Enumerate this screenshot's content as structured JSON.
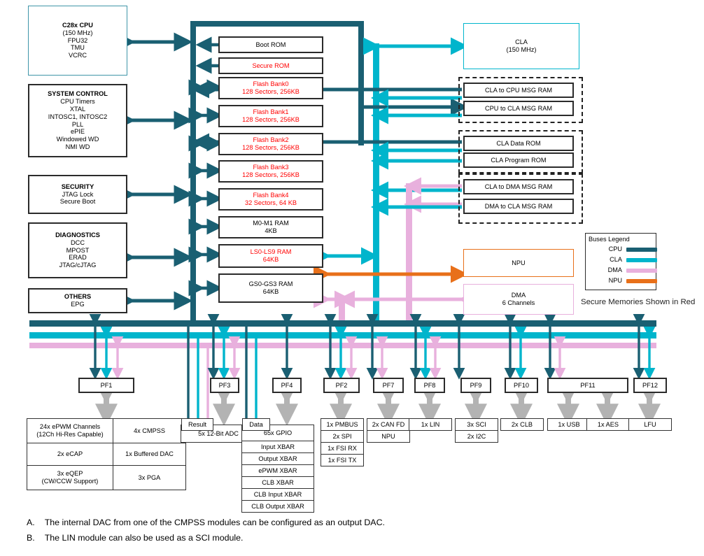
{
  "colors": {
    "cpu": "#1a5f72",
    "cla": "#00b5cc",
    "dma": "#e8b0dd",
    "npu": "#e8701a",
    "secure_text": "#ff0000",
    "box_border": "#2b2b2b"
  },
  "left_column": [
    {
      "id": "c28x-cpu",
      "title": "C28x CPU",
      "lines": [
        "(150 MHz)",
        "FPU32",
        "TMU",
        "VCRC"
      ]
    },
    {
      "id": "system-control",
      "title": "SYSTEM CONTROL",
      "lines": [
        "CPU Timers",
        "XTAL",
        "INTOSC1, INTOSC2",
        "PLL",
        "ePIE",
        "Windowed WD",
        "NMI WD"
      ]
    },
    {
      "id": "security",
      "title": "SECURITY",
      "lines": [
        "JTAG Lock",
        "Secure Boot"
      ]
    },
    {
      "id": "diagnostics",
      "title": "DIAGNOSTICS",
      "lines": [
        "DCC",
        "MPOST",
        "ERAD",
        "JTAG/cJTAG"
      ]
    },
    {
      "id": "others",
      "title": "OTHERS",
      "lines": [
        "EPG"
      ]
    }
  ],
  "memories": [
    {
      "id": "boot-rom",
      "l1": "Boot ROM",
      "l2": "",
      "secure": false
    },
    {
      "id": "secure-rom",
      "l1": "Secure ROM",
      "l2": "",
      "secure": true
    },
    {
      "id": "flash-bank0",
      "l1": "Flash Bank0",
      "l2": "128 Sectors, 256KB",
      "secure": true
    },
    {
      "id": "flash-bank1",
      "l1": "Flash Bank1",
      "l2": "128 Sectors, 256KB",
      "secure": true
    },
    {
      "id": "flash-bank2",
      "l1": "Flash Bank2",
      "l2": "128 Sectors, 256KB",
      "secure": true
    },
    {
      "id": "flash-bank3",
      "l1": "Flash Bank3",
      "l2": "128 Sectors, 256KB",
      "secure": true
    },
    {
      "id": "flash-bank4",
      "l1": "Flash Bank4",
      "l2": "32 Sectors, 64 KB",
      "secure": true
    },
    {
      "id": "m0-m1-ram",
      "l1": "M0-M1 RAM",
      "l2": "4KB",
      "secure": false
    },
    {
      "id": "ls-ram",
      "l1": "LS0-LS9 RAM",
      "l2": "64KB",
      "secure": true
    },
    {
      "id": "gs-ram",
      "l1": "GS0-GS3 RAM",
      "l2": "64KB",
      "secure": false
    }
  ],
  "right_column": {
    "cla": {
      "title": "CLA",
      "sub": "(150 MHz)"
    },
    "msg_group_1": [
      "CLA to CPU MSG RAM",
      "CPU to CLA MSG RAM"
    ],
    "msg_group_2": [
      "CLA Data ROM",
      "CLA Program ROM"
    ],
    "msg_group_3": [
      "CLA to DMA MSG RAM",
      "DMA to CLA MSG RAM"
    ],
    "npu": {
      "title": "NPU"
    },
    "dma": {
      "title": "DMA",
      "sub": "6 Channels"
    }
  },
  "legend": {
    "title": "Buses Legend",
    "items": [
      {
        "label": "CPU",
        "color": "#1a5f72"
      },
      {
        "label": "CLA",
        "color": "#00b5cc"
      },
      {
        "label": "DMA",
        "color": "#e8b0dd"
      },
      {
        "label": "NPU",
        "color": "#e8701a"
      }
    ],
    "secure_note": "Secure Memories Shown in Red"
  },
  "pf_blocks": [
    {
      "id": "pf1",
      "label": "PF1"
    },
    {
      "id": "pf3",
      "label": "PF3"
    },
    {
      "id": "pf4",
      "label": "PF4"
    },
    {
      "id": "pf2",
      "label": "PF2"
    },
    {
      "id": "pf7",
      "label": "PF7"
    },
    {
      "id": "pf8",
      "label": "PF8"
    },
    {
      "id": "pf9",
      "label": "PF9"
    },
    {
      "id": "pf10",
      "label": "PF10"
    },
    {
      "id": "pf11",
      "label": "PF11"
    },
    {
      "id": "pf12",
      "label": "PF12"
    }
  ],
  "peripherals": {
    "pf1_grid": [
      [
        "24x ePWM Channels\n(12Ch Hi-Res Capable)",
        "4x CMPSS"
      ],
      [
        "2x eCAP",
        "1x Buffered DAC"
      ],
      [
        "3x eQEP\n(CW/CCW Support)",
        "3x PGA"
      ]
    ],
    "adc": {
      "tag": "Result",
      "label": "5x 12-Bit ADC"
    },
    "gpio": {
      "tag": "Data",
      "items": [
        "65x GPIO",
        "Input XBAR",
        "Output XBAR",
        "ePWM XBAR",
        "CLB XBAR",
        "CLB Input XBAR",
        "CLB Output XBAR"
      ]
    },
    "pf2_items": [
      "1x PMBUS",
      "2x SPI",
      "1x FSI RX",
      "1x FSI TX"
    ],
    "pf7_items": [
      "2x CAN FD",
      "NPU"
    ],
    "pf8_items": [
      "1x LIN"
    ],
    "pf9_items": [
      "3x SCI",
      "2x I2C"
    ],
    "pf10_items": [
      "2x CLB"
    ],
    "pf11_items": [
      "1x USB",
      "1x AES"
    ],
    "pf12_items": [
      "LFU"
    ]
  },
  "footnotes": [
    {
      "marker": "A.",
      "text": "The internal DAC from one of the CMPSS modules can be configured as an output DAC."
    },
    {
      "marker": "B.",
      "text": "The LIN module can also be used as a SCI module."
    }
  ]
}
